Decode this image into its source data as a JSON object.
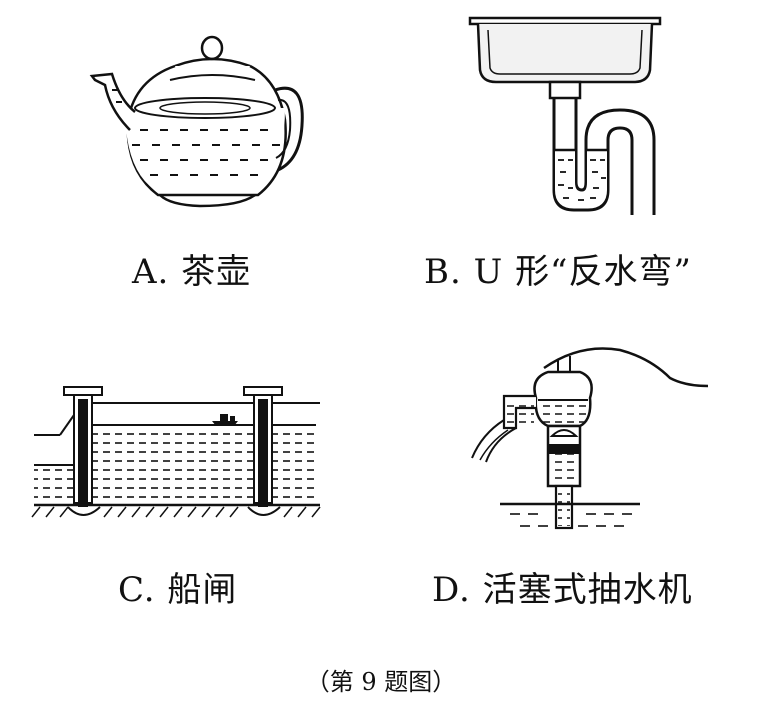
{
  "items": [
    {
      "letter": "A",
      "label": "A. 茶壶"
    },
    {
      "letter": "B",
      "label": "B. U 形“反水弯”"
    },
    {
      "letter": "C",
      "label": "C. 船闸"
    },
    {
      "letter": "D",
      "label": "D. 活塞式抽水机"
    }
  ],
  "figure_caption": "（第 9 题图）"
}
